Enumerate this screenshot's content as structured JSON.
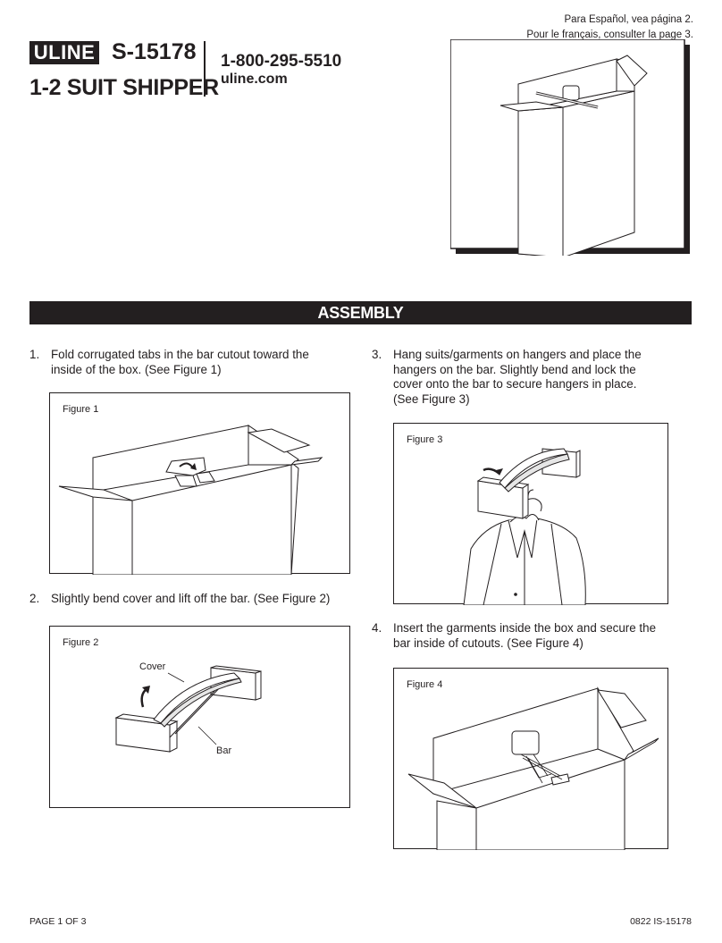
{
  "language_note": {
    "spanish": "Para Español, vea página 2.",
    "french": "Pour le français, consulter la page 3."
  },
  "header": {
    "brand": "ULINE",
    "model": "S-15178",
    "title": "1-2 SUIT SHIPPER",
    "phone": "1-800-295-5510",
    "website": "uline.com"
  },
  "section_title": "ASSEMBLY",
  "steps": [
    {
      "number": "1.",
      "lines": [
        "Fold corrugated tabs in the bar cutout toward the",
        "inside of the box. (See Figure 1)"
      ]
    },
    {
      "number": "2.",
      "lines": [
        "Slightly bend cover and lift off the bar. (See Figure 2)"
      ]
    },
    {
      "number": "3.",
      "lines": [
        "Hang suits/garments on hangers and place the",
        "hangers on the bar. Slightly bend and lock the",
        "cover onto the bar to secure hangers in place.",
        "(See Figure 3)"
      ]
    },
    {
      "number": "4.",
      "lines": [
        "Insert the garments inside the box and secure the",
        "bar inside of cutouts. (See Figure 4)"
      ]
    }
  ],
  "figures": [
    {
      "caption": "Figure 1"
    },
    {
      "caption": "Figure 2",
      "labels": {
        "cover": "Cover",
        "bar": "Bar"
      }
    },
    {
      "caption": "Figure 3"
    },
    {
      "caption": "Figure 4"
    }
  ],
  "footer": {
    "page": "PAGE 1 OF 3",
    "doc_code": "0822 IS-15178"
  }
}
